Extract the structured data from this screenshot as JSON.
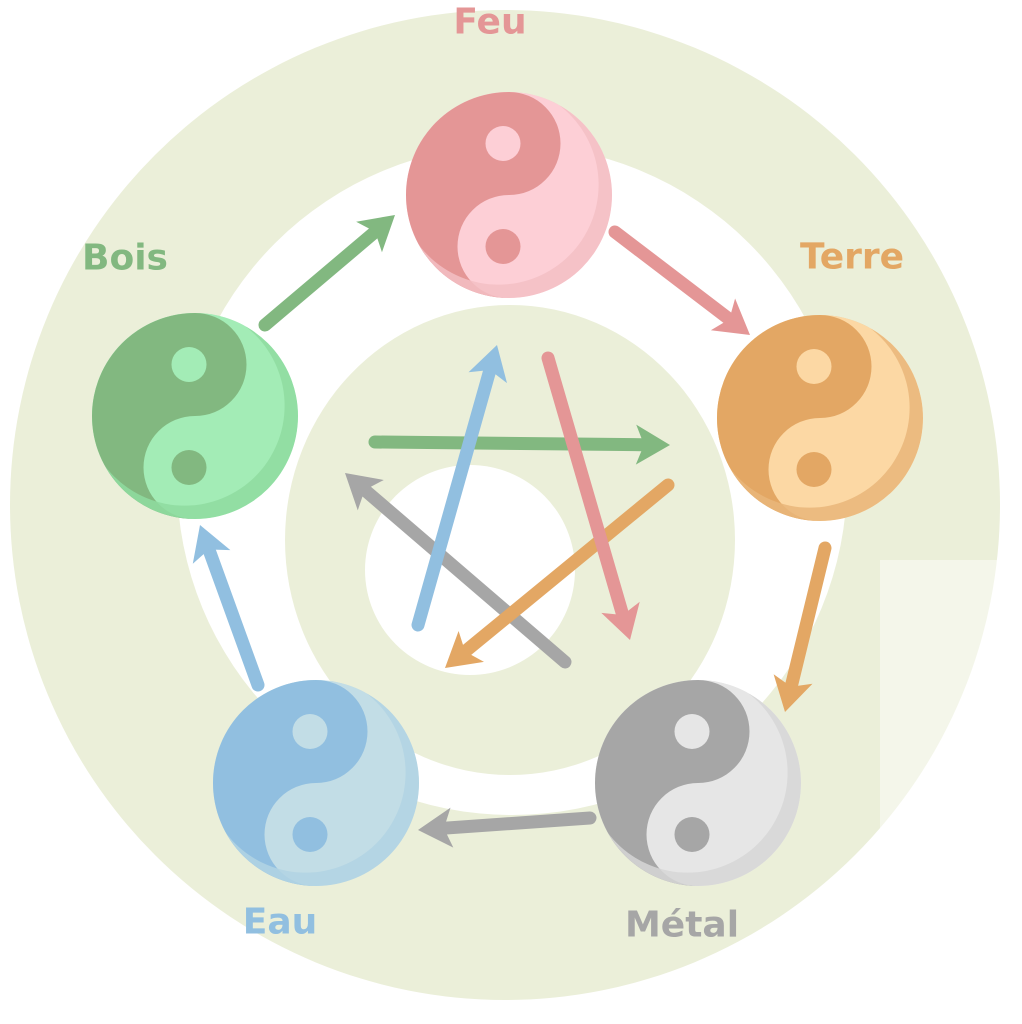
{
  "background_color": "#ebefd9",
  "elements": [
    {
      "id": "feu",
      "label": "Feu",
      "dark": "#e49696",
      "light": "#fdcfd6",
      "shade": "#f3bfc4",
      "text": "#e49696"
    },
    {
      "id": "terre",
      "label": "Terre",
      "dark": "#e3a764",
      "light": "#fcd8a4",
      "shade": "#e9b67a",
      "text": "#e3a764"
    },
    {
      "id": "metal",
      "label": "Métal",
      "dark": "#a6a6a6",
      "light": "#e6e6e6",
      "shade": "#d6d6d6",
      "text": "#a6a6a6"
    },
    {
      "id": "eau",
      "label": "Eau",
      "dark": "#91bfe0",
      "light": "#c2dde6",
      "shade": "#b2d3e3",
      "text": "#91bfe0"
    },
    {
      "id": "bois",
      "label": "Bois",
      "dark": "#82b880",
      "light": "#a3ecb6",
      "shade": "#8fdca0",
      "text": "#82b880"
    }
  ],
  "generation_cycle": [
    {
      "from": "bois",
      "to": "feu",
      "color": "#82b880"
    },
    {
      "from": "feu",
      "to": "terre",
      "color": "#e49696"
    },
    {
      "from": "terre",
      "to": "metal",
      "color": "#e3a764"
    },
    {
      "from": "metal",
      "to": "eau",
      "color": "#a6a6a6"
    },
    {
      "from": "eau",
      "to": "bois",
      "color": "#91bfe0"
    }
  ],
  "control_cycle": [
    {
      "from": "bois",
      "to": "terre",
      "color": "#82b880"
    },
    {
      "from": "metal",
      "to": "bois",
      "color": "#a6a6a6"
    },
    {
      "from": "terre",
      "to": "eau",
      "color": "#e3a764"
    },
    {
      "from": "eau",
      "to": "feu",
      "color": "#91bfe0"
    },
    {
      "from": "feu",
      "to": "metal",
      "color": "#e49696"
    }
  ]
}
